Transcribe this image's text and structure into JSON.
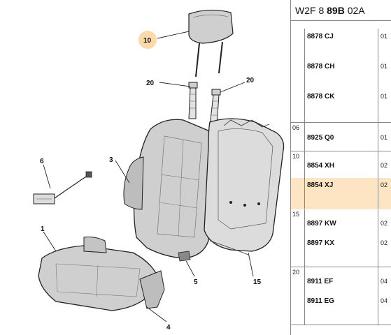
{
  "header": {
    "prefix": "W2F 8",
    "code": "89B",
    "suffix": "02A"
  },
  "callouts": [
    "10",
    "20",
    "20",
    "6",
    "3",
    "1",
    "5",
    "15",
    "4"
  ],
  "groups": [
    {
      "num": "",
      "rows": [
        {
          "part": "8878 CJ",
          "qty": "01"
        },
        {
          "part": "8878 CH",
          "qty": "01"
        },
        {
          "part": "8878 CK",
          "qty": "01"
        }
      ]
    },
    {
      "num": "06",
      "rows": [
        {
          "part": "8925 Q0",
          "qty": "01"
        }
      ]
    },
    {
      "num": "10",
      "rows": [
        {
          "part": "8854 XH",
          "qty": "02"
        },
        {
          "part": "8854 XJ",
          "qty": "02",
          "highlight": true
        }
      ]
    },
    {
      "num": "15",
      "rows": [
        {
          "part": "8897 KW",
          "qty": "02"
        },
        {
          "part": "8897 KX",
          "qty": "02"
        }
      ]
    },
    {
      "num": "20",
      "rows": [
        {
          "part": "8911 EF",
          "qty": "04"
        },
        {
          "part": "8911 EG",
          "qty": "04"
        }
      ]
    }
  ],
  "colors": {
    "highlight": "#fde4c2",
    "callout_bg": "#fbd9a8",
    "part_fill": "#cfcfcf"
  }
}
